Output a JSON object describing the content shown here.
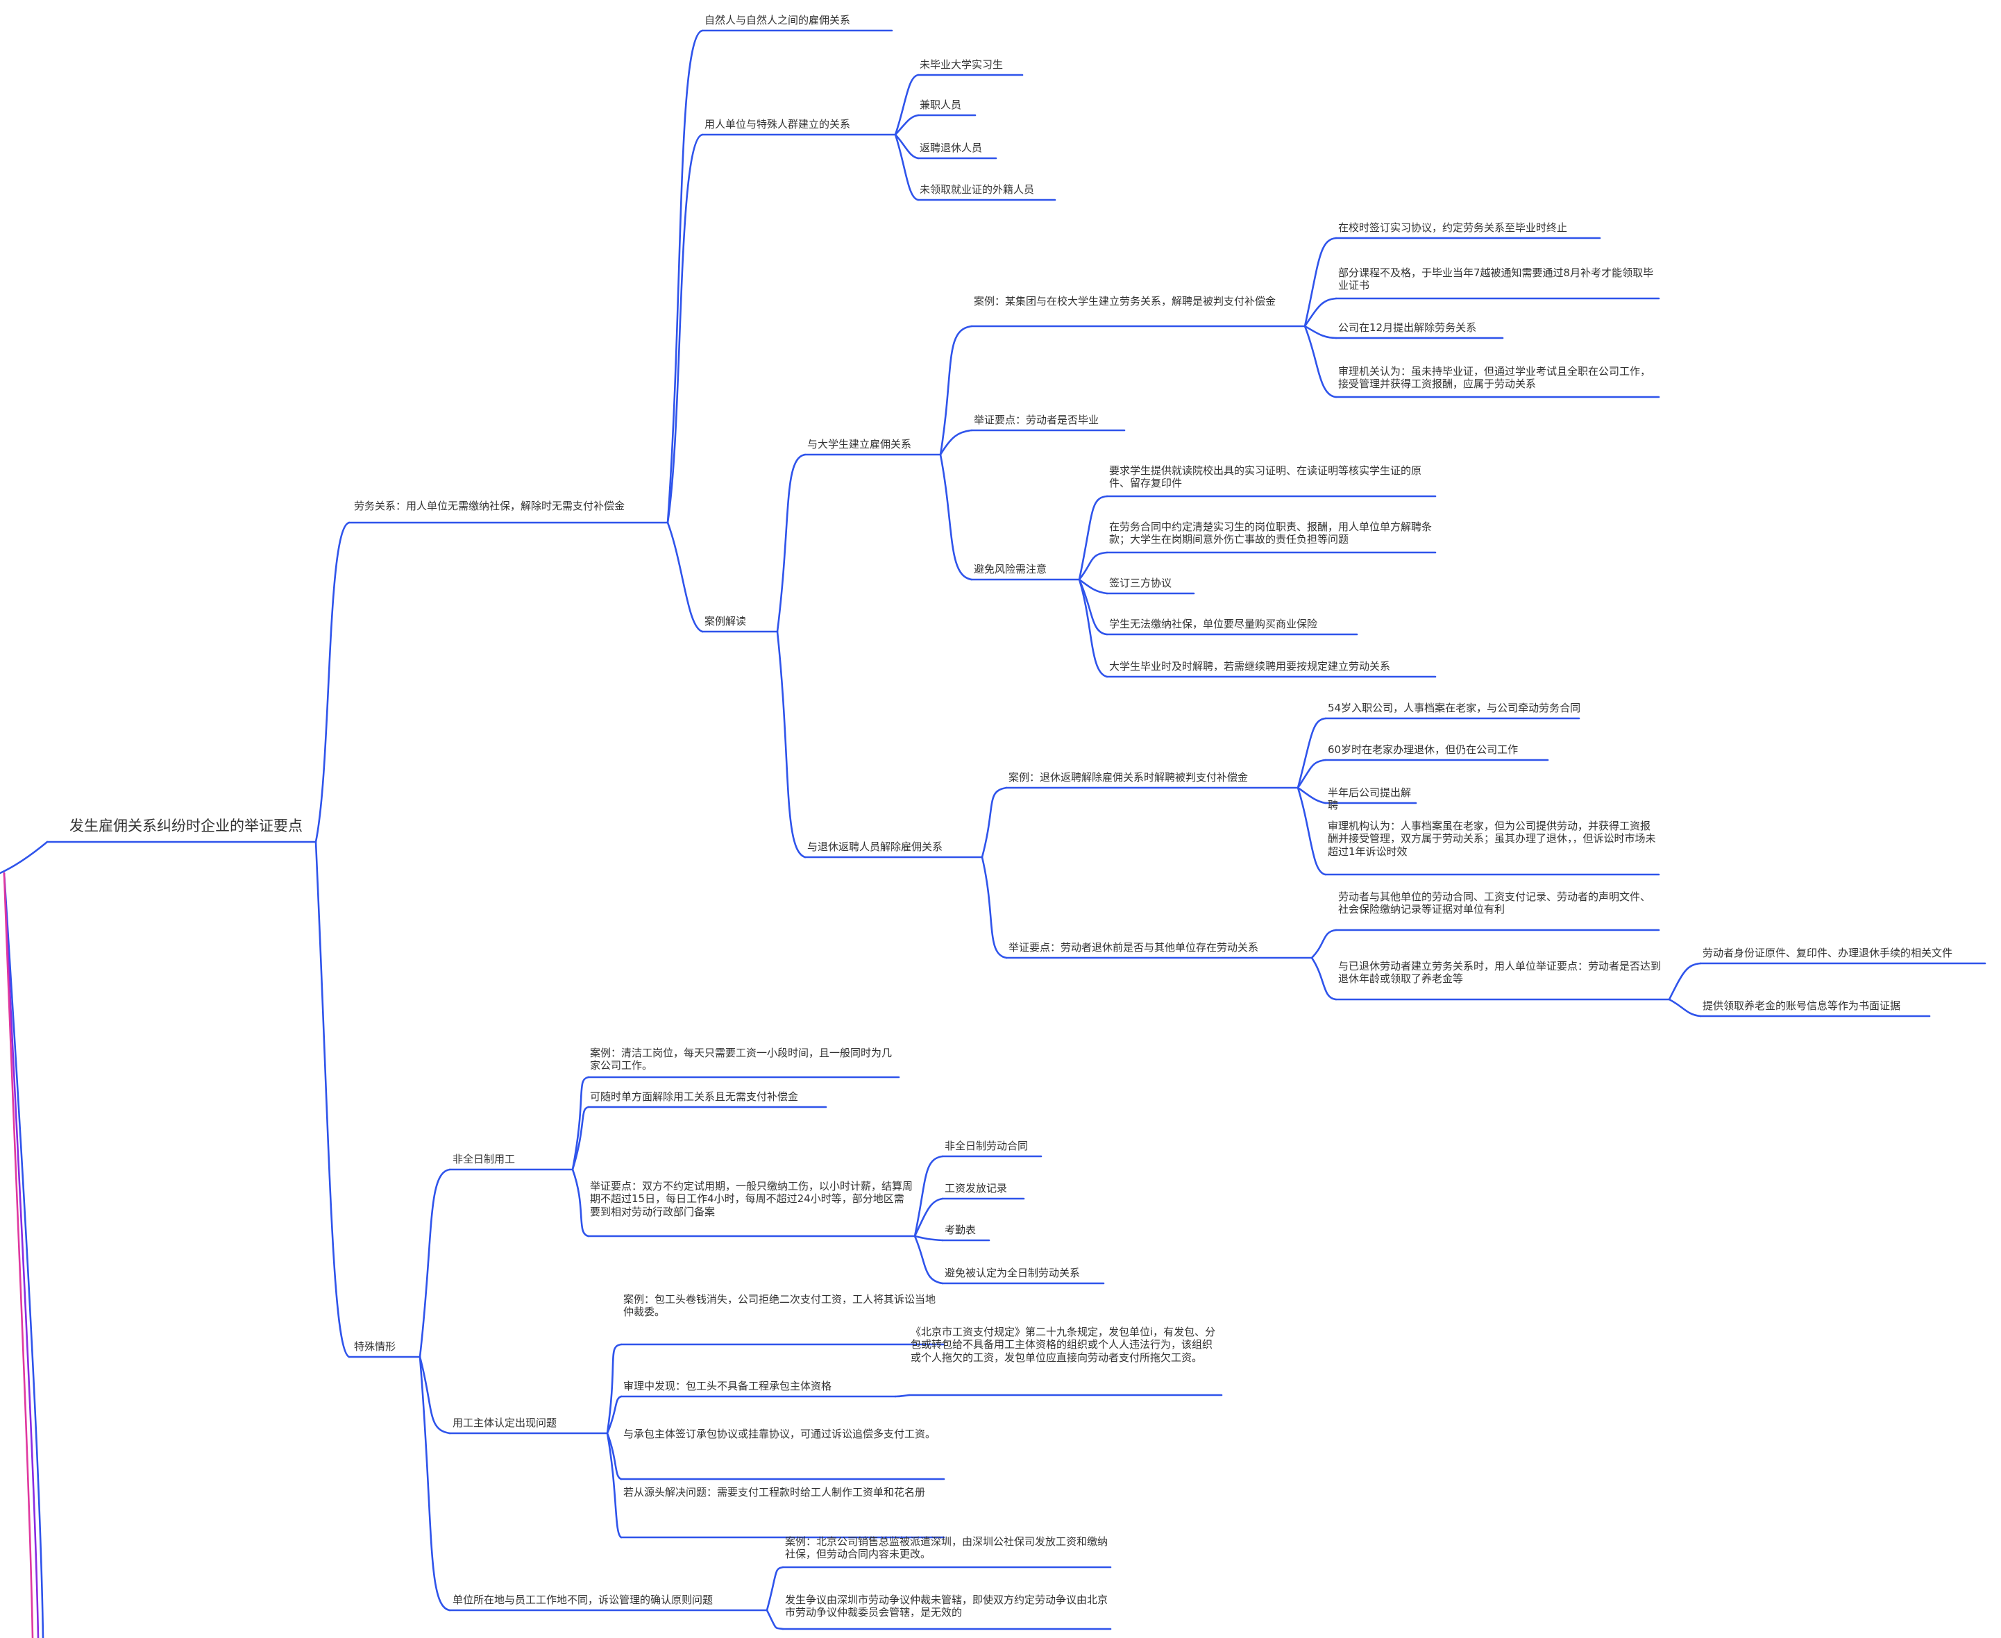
{
  "mindmap": {
    "root": "发生雇佣关系纠纷时企业的举证要点",
    "branch_labor": {
      "label": "劳务关系：用人单位无需缴纳社保，解除时无需支付补偿金",
      "natural_person": "自然人与自然人之间的雇佣关系",
      "special_groups": {
        "label": "用人单位与特殊人群建立的关系",
        "items": [
          "未毕业大学实习生",
          "兼职人员",
          "返聘退休人员",
          "未领取就业证的外籍人员"
        ]
      },
      "case_study": {
        "label": "案例解读",
        "students": {
          "label": "与大学生建立雇佣关系",
          "case": {
            "label": "案例：某集团与在校大学生建立劳务关系，解聘是被判支付补偿金",
            "items": [
              "在校时签订实习协议，约定劳务关系至毕业时终止",
              "部分课程不及格，于毕业当年7越被通知需要通过8月补考才能领取毕业证书",
              "公司在12月提出解除劳务关系",
              "审理机关认为：虽未持毕业证，但通过学业考试且全职在公司工作，接受管理并获得工资报酬，应属于劳动关系"
            ]
          },
          "evidence": "举证要点：劳动者是否毕业",
          "risk": {
            "label": "避免风险需注意",
            "items": [
              "要求学生提供就读院校出具的实习证明、在读证明等核实学生证的原件、留存复印件",
              "在劳务合同中约定清楚实习生的岗位职责、报酬，用人单位单方解聘条款；大学生在岗期间意外伤亡事故的责任负担等问题",
              "签订三方协议",
              "学生无法缴纳社保，单位要尽量购买商业保险",
              "大学生毕业时及时解聘，若需继续聘用要按规定建立劳动关系"
            ]
          }
        },
        "retirees": {
          "label": "与退休返聘人员解除雇佣关系",
          "case": {
            "label": "案例：退休返聘解除雇佣关系时解聘被判支付补偿金",
            "items": [
              "54岁入职公司，人事档案在老家，与公司牵动劳务合同",
              "60岁时在老家办理退休，但仍在公司工作",
              "半年后公司提出解聘",
              "审理机构认为：人事档案虽在老家，但为公司提供劳动，并获得工资报酬并接受管理，双方属于劳动关系；虽其办理了退休，，但诉讼时市场未超过1年诉讼时效"
            ]
          },
          "evidence": {
            "label": "举证要点：劳动者退休前是否与其他单位存在劳动关系",
            "item1": "劳动者与其他单位的劳动合同、工资支付记录、劳动者的声明文件、社会保险缴纳记录等证据对单位有利",
            "item2": {
              "label": "与已退休劳动者建立劳务关系时，用人单位举证要点：劳动者是否达到退休年龄或领取了养老金等",
              "items": [
                "劳动者身份证原件、复印件、办理退休手续的相关文件",
                "提供领取养老金的账号信息等作为书面证据"
              ]
            }
          }
        }
      }
    },
    "branch_special": {
      "label": "特殊情形",
      "part_time": {
        "label": "非全日制用工",
        "case": "案例：清洁工岗位，每天只需要工资一小段时间，且一般同时为几家公司工作。",
        "terminate": "可随时单方面解除用工关系且无需支付补偿金",
        "evidence": {
          "label": "举证要点：双方不约定试用期，一般只缴纳工伤，以小时计薪，结算周期不超过15日，每日工作4小时，每周不超过24小时等，部分地区需要到相对劳动行政部门备案",
          "items": [
            "非全日制劳动合同",
            "工资发放记录",
            "考勤表",
            "避免被认定为全日制劳动关系"
          ]
        }
      },
      "employer_subject": {
        "label": "用工主体认定出现问题",
        "case": "案例：包工头卷钱消失，公司拒绝二次支付工资，工人将其诉讼当地仲裁委。",
        "trial": {
          "label": "审理中发现：包工头不具备工程承包主体资格",
          "rule": "《北京市工资支付规定》第二十九条规定，发包单位i，有发包、分包或转包给不具备用工主体资格的组织或个人人违法行为，该组织或个人拖欠的工资，发包单位应直接向劳动者支付所拖欠工资。"
        },
        "contract": "与承包主体签订承包协议或挂靠协议，可通过诉讼追偿多支付工资。",
        "source": "若从源头解决问题：需要支付工程款时给工人制作工资单和花名册"
      },
      "location": {
        "label": "单位所在地与员工工作地不同，诉讼管理的确认原则问题",
        "case": "案例：北京公司销售总监被派遣深圳，由深圳公社保司发放工资和缴纳社保，但劳动合同内容未更改。",
        "result": "发生争议由深圳市劳动争议仲裁未管辖，即使双方约定劳动争议由北京市劳动争议仲裁委员会管辖，是无效的"
      }
    }
  }
}
